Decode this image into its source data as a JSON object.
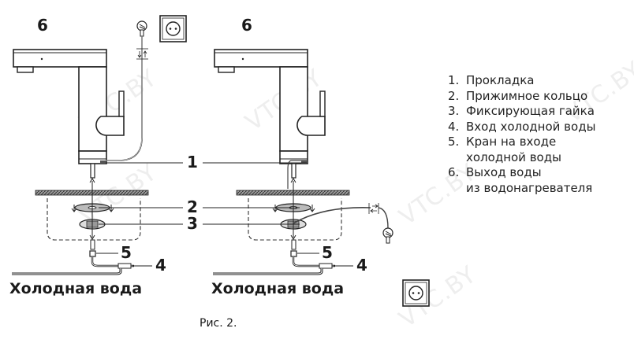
{
  "labels": {
    "one": "1",
    "two": "2",
    "three": "3",
    "four": "4",
    "five": "5",
    "six": "6"
  },
  "captions": {
    "left": "Холодная вода",
    "right": "Холодная вода"
  },
  "figure_caption": "Рис. 2.",
  "legend": [
    {
      "num": "1.",
      "text": "Прокладка"
    },
    {
      "num": "2.",
      "text": "Прижимное кольцо"
    },
    {
      "num": "3.",
      "text": "Фиксирующая гайка"
    },
    {
      "num": "4.",
      "text": "Вход холодной воды"
    },
    {
      "num": "5.",
      "text": "Кран на входе"
    },
    {
      "num": "",
      "text": "холодной воды"
    },
    {
      "num": "6.",
      "text": "Выход воды"
    },
    {
      "num": "",
      "text": "из водонагревателя"
    }
  ],
  "watermark": "VTC.BY"
}
